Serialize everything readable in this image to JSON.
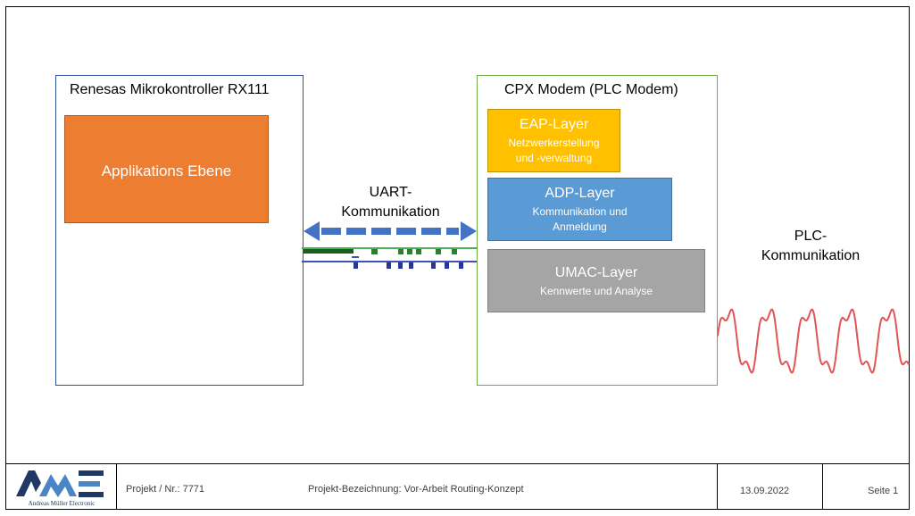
{
  "mcu": {
    "title": "Renesas Mikrokontroller RX111",
    "app_layer": "Applikations Ebene"
  },
  "modem": {
    "title": "CPX Modem (PLC Modem)",
    "layers": [
      {
        "name": "EAP-Layer",
        "desc1": "Netzwerkerstellung",
        "desc2": "und -verwaltung"
      },
      {
        "name": "ADP-Layer",
        "desc1": "Kommunikation und",
        "desc2": "Anmeldung"
      },
      {
        "name": "UMAC-Layer",
        "desc1": "Kennwerte und Analyse",
        "desc2": ""
      }
    ]
  },
  "uart": {
    "line1": "UART-",
    "line2": "Kommunikation"
  },
  "plc": {
    "line1": "PLC-",
    "line2": "Kommunikation"
  },
  "footer": {
    "logo_text": "Andreas Müller Electronic",
    "project": "Projekt / Nr.: 7771",
    "designation": "Projekt-Bezeichnung: Vor-Arbeit Routing-Konzept",
    "date": "13.09.2022",
    "page": "Seite 1"
  },
  "colors": {
    "app": "#ed7d31",
    "eap": "#ffc000",
    "adp": "#5b9bd5",
    "umac": "#a5a5a5",
    "arrow": "#4472c4",
    "wave": "#e05555",
    "mcu_border": "#2f5597",
    "modem_border": "#70ad47"
  }
}
